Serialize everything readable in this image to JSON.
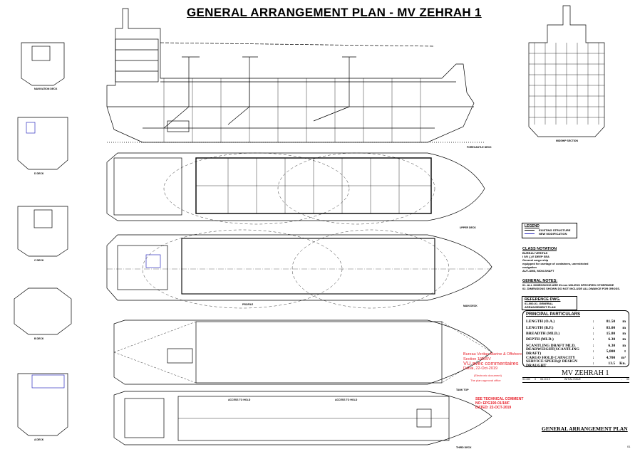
{
  "title": "GENERAL ARRANGEMENT PLAN - MV ZEHRAH 1",
  "legend": {
    "heading": "LEGEND",
    "items": [
      {
        "label": "EXISTING STRUCTURE",
        "color": "#000000"
      },
      {
        "label": "NEW MODIFICATION",
        "color": "#3030c0"
      }
    ]
  },
  "class_notation": {
    "heading": "CLASS NOTATION",
    "lines": [
      "BUREAU VERITAS",
      "I 5/5 (-) E DEEP SEA",
      "General cargo ship",
      "equipped for carriage of containers, unrestricted navigation",
      "AUT-UMS, MON-SHAFT"
    ]
  },
  "general_notes": {
    "heading": "GENERAL NOTES:",
    "lines": [
      "01. ALL DIMENSIONS ARE IN mm UNLESS SPECIFIED OTHERWISE",
      "02. DIMENSIONS SHOWN DO NOT INCLUDE ALLOWANCE FOR GROSS."
    ]
  },
  "reference_dwg": {
    "heading": "REFERENCE DWG.",
    "line": "01-000-01_GENERAL ARRANGEMENT PLAN"
  },
  "principal_particulars": {
    "heading": "PRINCIPAL PARTICULARS",
    "rows": [
      {
        "label": "LENGTH (O.A.)",
        "value": "81.50",
        "unit": "m"
      },
      {
        "label": "LENGTH (B.P.)",
        "value": "83.00",
        "unit": "m"
      },
      {
        "label": "BREADTH (MLD.)",
        "value": "15.80",
        "unit": "m"
      },
      {
        "label": "DEPTH (MLD.)",
        "value": "6.30",
        "unit": "m"
      },
      {
        "label": "SCANTLING DRAFT MLD.",
        "value": "6.30",
        "unit": "m"
      },
      {
        "label": "DEADWEIGHT(SCANTLING DRAFT)",
        "value": "5,000",
        "unit": "t"
      },
      {
        "label": "CARGO HOLD CAPACITY",
        "value": "4,700",
        "unit": "m³"
      },
      {
        "label": "SERVICE SPEED@ DESIGN DRAUGHT",
        "value": "13.5",
        "unit": "Kn."
      }
    ]
  },
  "title_block": {
    "ship_name": "MV ZEHRAH 1",
    "scale": "S1:400",
    "rev": "0",
    "date": "06.10.19",
    "initial_issue": "INITIAL ISSUE",
    "sheet": "-",
    "no": "00",
    "drawing_title": "GENERAL ARRANGEMENT PLAN",
    "page": "01"
  },
  "approval_stamp": {
    "org": "Bureau Veritas Marine & Offshore",
    "section": "Section 10505V",
    "status": "VU avec commentaires",
    "place_date": "Dubai, 22-Oct-2019",
    "note1": "(Electronic document)",
    "note2": "The plan approval office"
  },
  "technical_comment": {
    "line1": "SEE TECHNICAL COMMENT",
    "line2": "NO: EPG190-01/18/F",
    "line3": "DATED: 22-OCT-2019"
  },
  "deck_labels": {
    "profile": "PROFILE",
    "forecastle": "FORECASTLE DECK",
    "upper": "UPPER DECK",
    "tank_top": "TANK TOP",
    "main_deck": "MAIN DECK",
    "third_deck": "THIRD DECK",
    "midship": "MIDSHIP SECTION",
    "nav_bridge": "NAVIGATION DECK",
    "a_deck": "A DECK",
    "b_deck": "B DECK",
    "c_deck": "C DECK",
    "d_deck": "D DECK",
    "access_hold": "ACCESS TO HOLD"
  }
}
